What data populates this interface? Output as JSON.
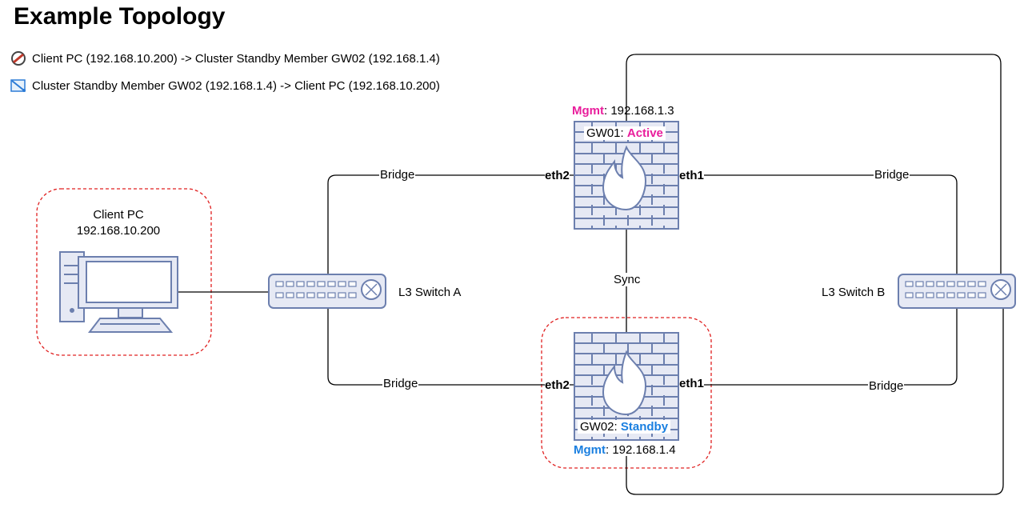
{
  "title": "Example Topology",
  "legend": [
    {
      "icon": "shield-slash-icon",
      "text": "Client PC (192.168.10.200) -> Cluster Standby Member GW02 (192.168.1.4)"
    },
    {
      "icon": "return-arrow-icon",
      "text": "Cluster Standby Member GW02 (192.168.1.4) -> Client PC (192.168.10.200)"
    }
  ],
  "client_pc": {
    "name": "Client PC",
    "ip": "192.168.10.200"
  },
  "switch_a": {
    "label": "L3 Switch A"
  },
  "switch_b": {
    "label": "L3 Switch B"
  },
  "gw01": {
    "mgmt_label": "Mgmt",
    "mgmt_ip": ": 192.168.1.3",
    "name": "GW01: ",
    "state": "Active",
    "port_left": "eth2",
    "port_right": "eth1"
  },
  "gw02": {
    "mgmt_label": "Mgmt",
    "mgmt_ip": ": 192.168.1.4",
    "name": "GW02: ",
    "state": "Standby",
    "port_left": "eth2",
    "port_right": "eth1"
  },
  "links": {
    "bridge_top_left": "Bridge",
    "bridge_top_right": "Bridge",
    "bridge_bottom_left": "Bridge",
    "bridge_bottom_right": "Bridge",
    "sync": "Sync"
  },
  "colors": {
    "active": "#e91e9c",
    "standby": "#1a7fe0",
    "device_fill": "#e6e9f4",
    "device_stroke": "#6c7fae",
    "dashed": "#e02020"
  }
}
